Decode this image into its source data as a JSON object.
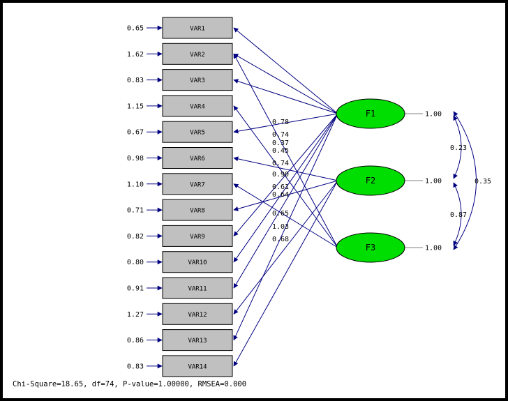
{
  "observed_variables": [
    {
      "label": "VAR1",
      "error_variance": "0.65"
    },
    {
      "label": "VAR2",
      "error_variance": "1.62"
    },
    {
      "label": "VAR3",
      "error_variance": "0.83"
    },
    {
      "label": "VAR4",
      "error_variance": "1.15"
    },
    {
      "label": "VAR5",
      "error_variance": "0.67"
    },
    {
      "label": "VAR6",
      "error_variance": "0.98"
    },
    {
      "label": "VAR7",
      "error_variance": "1.10"
    },
    {
      "label": "VAR8",
      "error_variance": "0.71"
    },
    {
      "label": "VAR9",
      "error_variance": "0.82"
    },
    {
      "label": "VAR10",
      "error_variance": "0.80"
    },
    {
      "label": "VAR11",
      "error_variance": "0.91"
    },
    {
      "label": "VAR12",
      "error_variance": "1.27"
    },
    {
      "label": "VAR13",
      "error_variance": "0.86"
    },
    {
      "label": "VAR14",
      "error_variance": "0.83"
    }
  ],
  "latent_factors": [
    {
      "label": "F1",
      "variance": "1.00"
    },
    {
      "label": "F2",
      "variance": "1.00"
    },
    {
      "label": "F3",
      "variance": "1.00"
    }
  ],
  "loading_paths": [
    {
      "factor": "F1",
      "var": "VAR1"
    },
    {
      "factor": "F1",
      "var": "VAR2"
    },
    {
      "factor": "F1",
      "var": "VAR3"
    },
    {
      "factor": "F1",
      "var": "VAR5"
    },
    {
      "factor": "F1",
      "var": "VAR9"
    },
    {
      "factor": "F1",
      "var": "VAR10"
    },
    {
      "factor": "F1",
      "var": "VAR11"
    },
    {
      "factor": "F1",
      "var": "VAR13"
    },
    {
      "factor": "F2",
      "var": "VAR6"
    },
    {
      "factor": "F2",
      "var": "VAR8"
    },
    {
      "factor": "F2",
      "var": "VAR12"
    },
    {
      "factor": "F2",
      "var": "VAR14"
    },
    {
      "factor": "F3",
      "var": "VAR2"
    },
    {
      "factor": "F3",
      "var": "VAR4"
    },
    {
      "factor": "F3",
      "var": "VAR7"
    }
  ],
  "loading_labels": [
    "0.78",
    "0.74",
    "0.37",
    "0.45",
    "0.74",
    "0.90",
    "0.61",
    "0.64",
    "0.65",
    "1.03",
    "0.68"
  ],
  "factor_covariances": [
    {
      "pair": "F1-F2",
      "value": "0.23"
    },
    {
      "pair": "F1-F3",
      "value": "0.35"
    },
    {
      "pair": "F2-F3",
      "value": "0.87"
    }
  ],
  "colors": {
    "box_fill": "#c0c0c0",
    "factor_fill": "#00dd00",
    "path": "#000080",
    "variance_line": "#808080"
  },
  "fit_statistics": "Chi-Square=18.65, df=74, P-value=1.00000, RMSEA=0.000"
}
